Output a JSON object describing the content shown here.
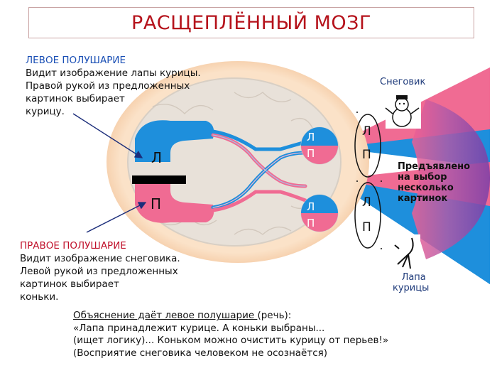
{
  "title": "РАСЩЕПЛЁННЫЙ МОЗГ",
  "left_hemisphere": {
    "heading": "ЛЕВОЕ ПОЛУШАРИЕ",
    "lines": [
      "Видит изображение лапы курицы.",
      "Правой рукой из предложенных",
      "картинок выбирает",
      "курицу."
    ]
  },
  "right_hemisphere": {
    "heading": "ПРАВОЕ ПОЛУШАРИЕ",
    "lines": [
      "Видит изображение снеговика.",
      "Левой рукой из предложенных",
      "картинок выбирает",
      "коньки."
    ]
  },
  "labels": {
    "snowman": "Снеговик",
    "chicken_foot": [
      "Лапа",
      "курицы"
    ],
    "brain_left": "Л",
    "brain_right": "П",
    "eye_top_left": "Л",
    "eye_top_right": "П",
    "eye_bottom_left": "Л",
    "eye_bottom_right": "П",
    "field_top_left": "Л",
    "field_top_right": "П",
    "field_bottom_left": "Л",
    "field_bottom_right": "П"
  },
  "choice_note": [
    "Предъявлено",
    "на выбор",
    "несколько",
    "картинок"
  ],
  "explanation": {
    "line1_underlined": "Объяснение даёт левое полушарие ",
    "line1_rest": "(речь):",
    "line2": "«Лапа принадлежит курице. А коньки выбраны...",
    "line3": "(ищет логику)... Коньком можно очистить курицу от перьев!»",
    "line4": "(Восприятие снеговика человеком не осознаётся)"
  },
  "colors": {
    "blue": "#1e8fdc",
    "pink": "#f06b93",
    "purple": "#8e4fb0",
    "title_red": "#b5121b",
    "skin": "#f2c7a0"
  }
}
